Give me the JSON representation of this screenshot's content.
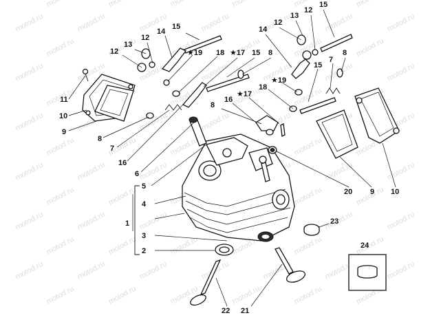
{
  "watermark": {
    "text": "motod.ru"
  },
  "callouts": {
    "c1": "1",
    "c2": "2",
    "c3": "3",
    "c4": "4",
    "c5": "5",
    "c6": "6",
    "c7a": "7",
    "c7b": "7",
    "c8a": "8",
    "c8b": "8",
    "c8c": "8",
    "c8d": "8",
    "c9a": "9",
    "c9b": "9",
    "c10a": "10",
    "c10b": "10",
    "c11": "11",
    "c12a": "12",
    "c12b": "12",
    "c12c": "12",
    "c13a": "13",
    "c13b": "13",
    "c14a": "14",
    "c14b": "14",
    "c15a": "15",
    "c15b": "15",
    "c15c": "15",
    "c15d": "15",
    "c16a": "16",
    "c16b": "16",
    "c17a": "★17",
    "c17b": "★17",
    "c18a": "18",
    "c18b": "18",
    "c19a": "★19",
    "c19b": "★19",
    "c20": "20",
    "c21": "21",
    "c22": "22",
    "c23": "23",
    "c24": "24"
  }
}
